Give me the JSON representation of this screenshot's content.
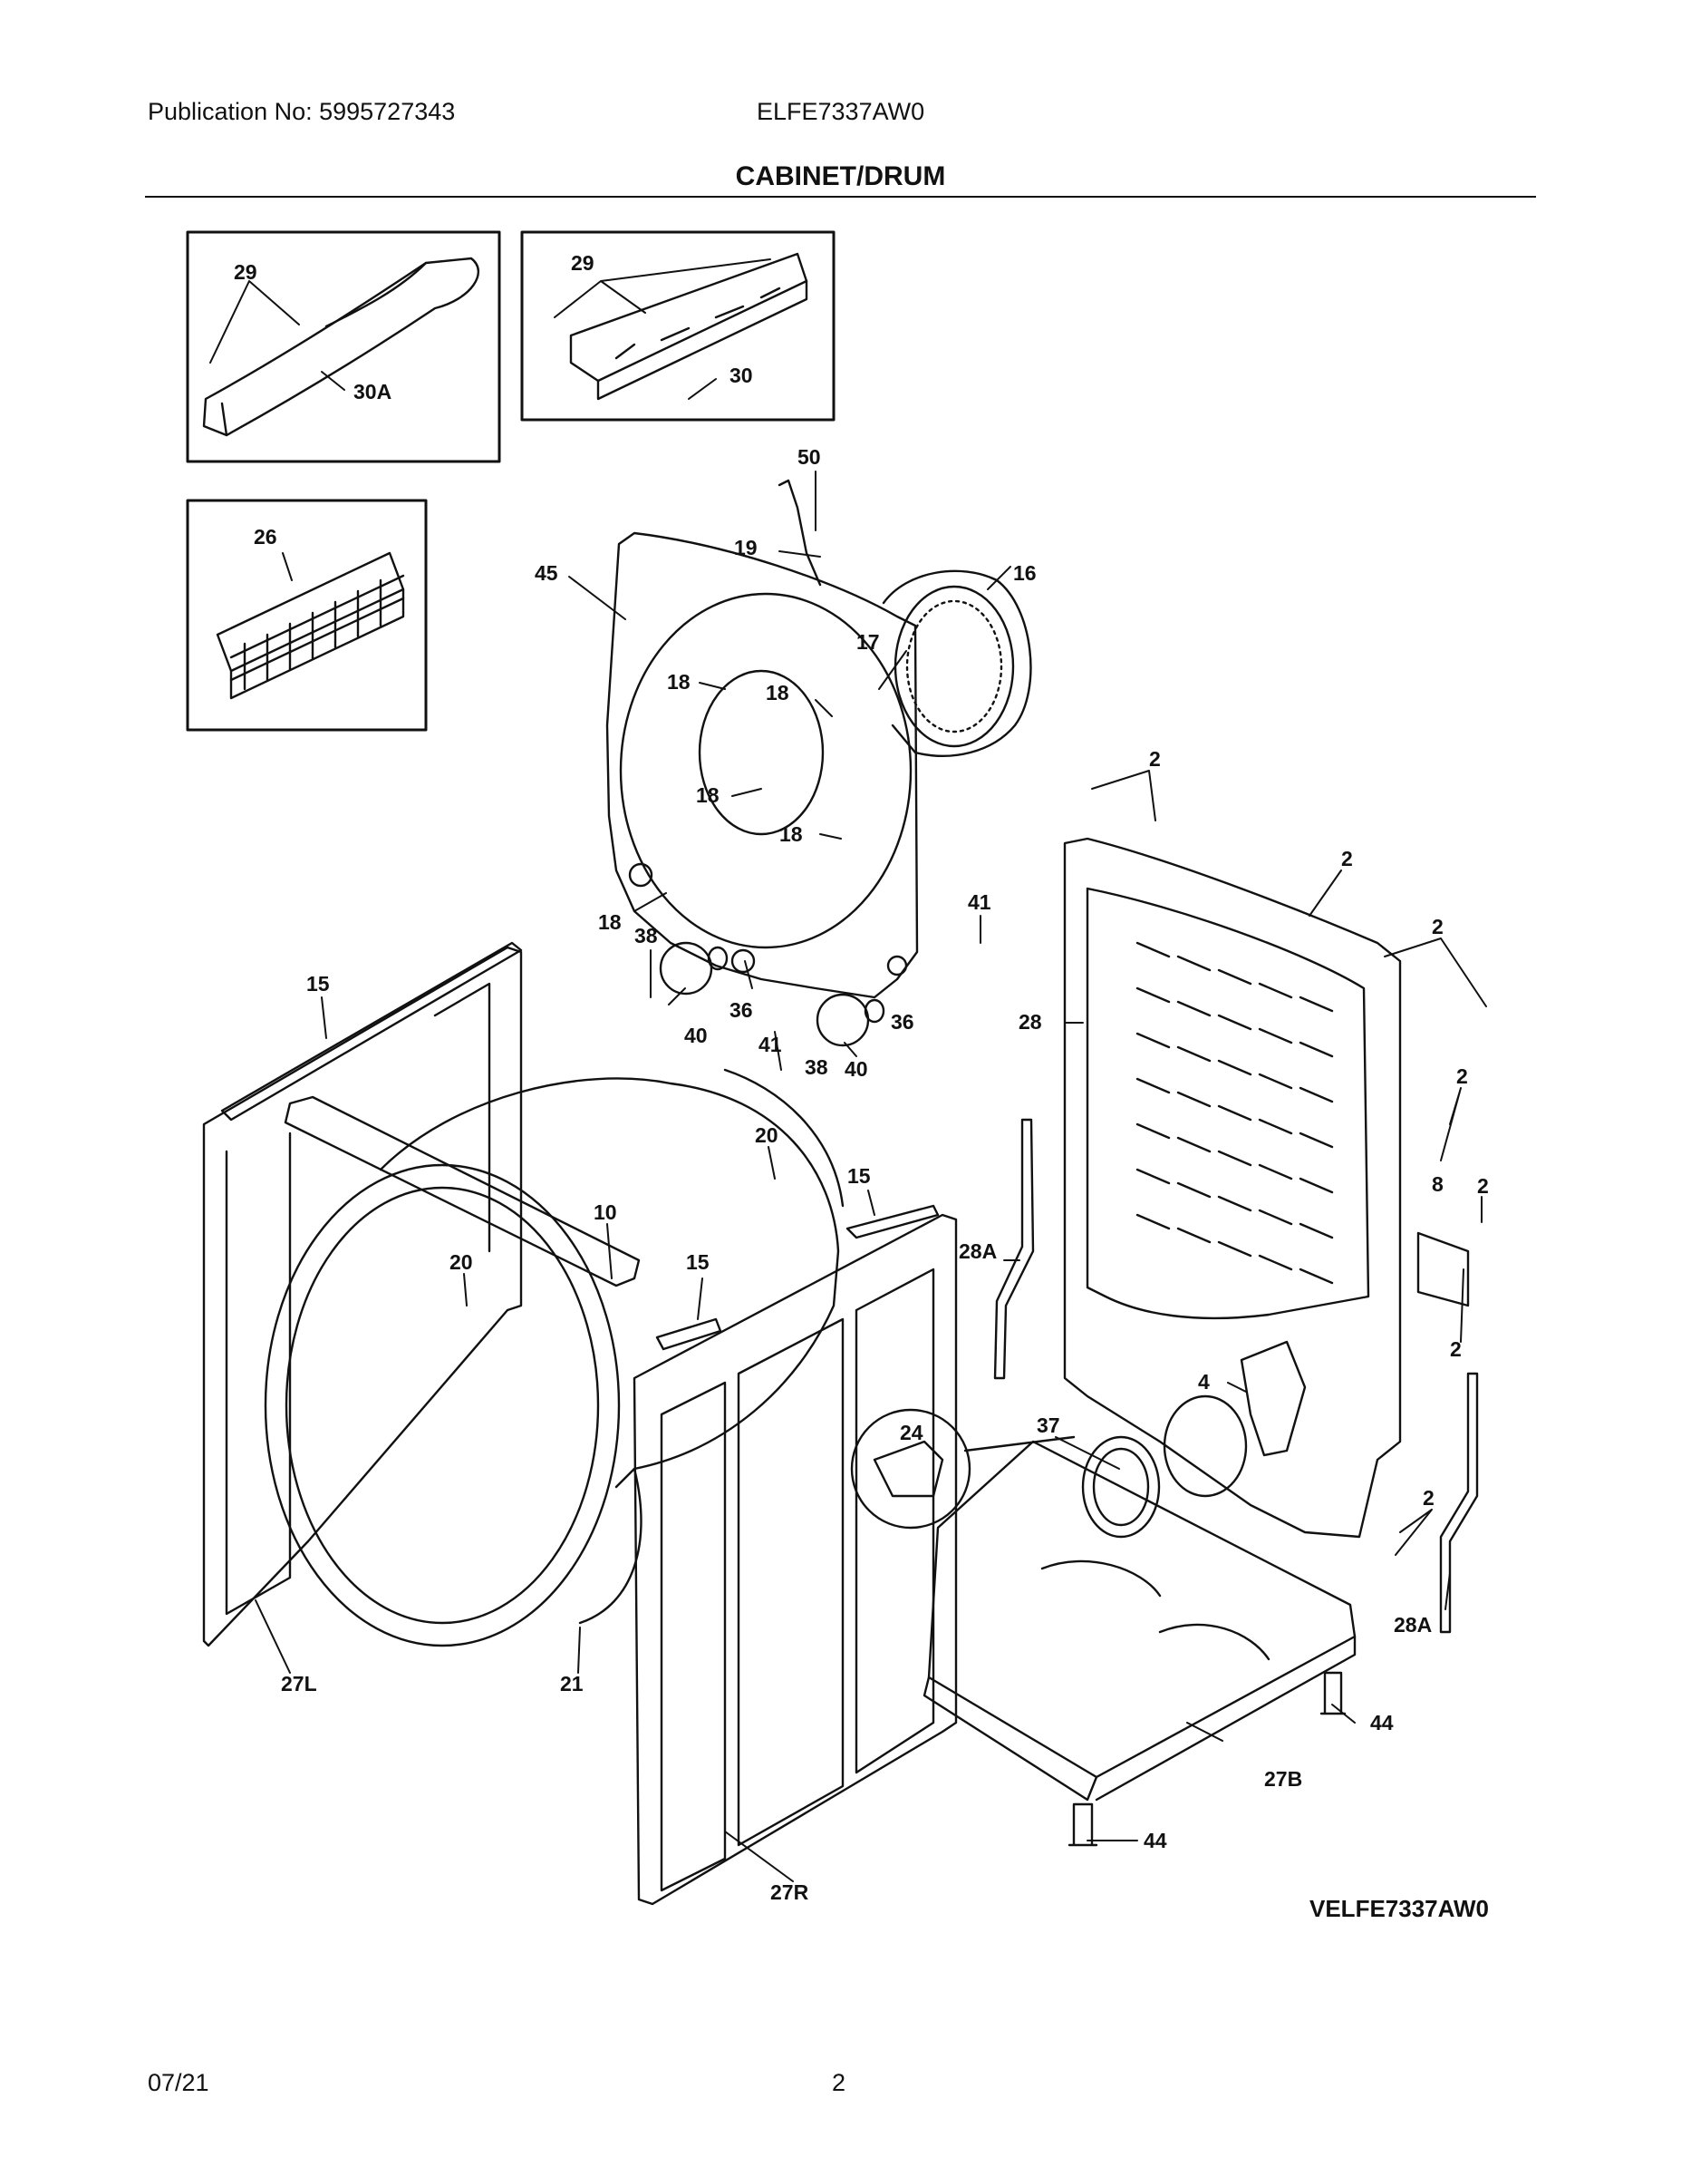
{
  "header": {
    "publication_label": "Publication No: 5995727343",
    "model": "ELFE7337AW0",
    "title": "CABINET/DRUM"
  },
  "diagram_code": "VELFE7337AW0",
  "footer": {
    "date": "07/21",
    "page": "2"
  },
  "callouts": {
    "c2": "2",
    "c4": "4",
    "c8": "8",
    "c10": "10",
    "c15": "15",
    "c16": "16",
    "c17": "17",
    "c18": "18",
    "c19": "19",
    "c20": "20",
    "c21": "21",
    "c24": "24",
    "c26": "26",
    "c27b": "27B",
    "c27l": "27L",
    "c27r": "27R",
    "c28": "28",
    "c28a": "28A",
    "c29": "29",
    "c30": "30",
    "c30a": "30A",
    "c36": "36",
    "c37": "37",
    "c38": "38",
    "c40": "40",
    "c41": "41",
    "c44": "44",
    "c45": "45",
    "c50": "50"
  }
}
